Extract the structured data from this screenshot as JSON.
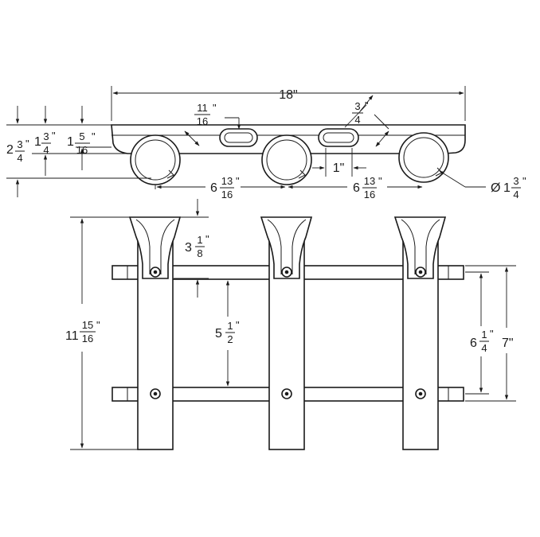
{
  "dimensions": {
    "top_length": "18\"",
    "slot_width_num": "11",
    "slot_width_den": "16",
    "slot_width_unit": "\"",
    "slot_angle_num": "3",
    "slot_angle_den": "4",
    "slot_angle_unit": "\"",
    "height_whole": "2",
    "height_num": "3",
    "height_den": "4",
    "height_unit": "\"",
    "mid_whole": "1",
    "mid_num": "3",
    "mid_den": "4",
    "mid_unit": "\"",
    "flange_whole": "1",
    "flange_num": "5",
    "flange_den": "16",
    "flange_unit": "\"",
    "slot_gap": "1\"",
    "spacing_left_whole": "6",
    "spacing_left_num": "13",
    "spacing_left_den": "16",
    "spacing_left_unit": "\"",
    "spacing_right_whole": "6",
    "spacing_right_num": "13",
    "spacing_right_den": "16",
    "spacing_right_unit": "\"",
    "tube_dia_symbol": "Ø",
    "tube_dia_whole": "1",
    "tube_dia_num": "3",
    "tube_dia_den": "4",
    "tube_dia_unit": "\"",
    "overall_height_whole": "11",
    "overall_height_num": "15",
    "overall_height_den": "16",
    "overall_height_unit": "\"",
    "top_offset_whole": "3",
    "top_offset_num": "1",
    "top_offset_den": "8",
    "top_offset_unit": "\"",
    "rail_spacing_whole": "5",
    "rail_spacing_num": "1",
    "rail_spacing_den": "2",
    "rail_spacing_unit": "\"",
    "bolt_spacing_whole": "6",
    "bolt_spacing_num": "1",
    "bolt_spacing_den": "4",
    "bolt_spacing_unit": "\"",
    "rail_length": "7\""
  },
  "colors": {
    "line": "#1a1a1a",
    "background": "#ffffff"
  }
}
